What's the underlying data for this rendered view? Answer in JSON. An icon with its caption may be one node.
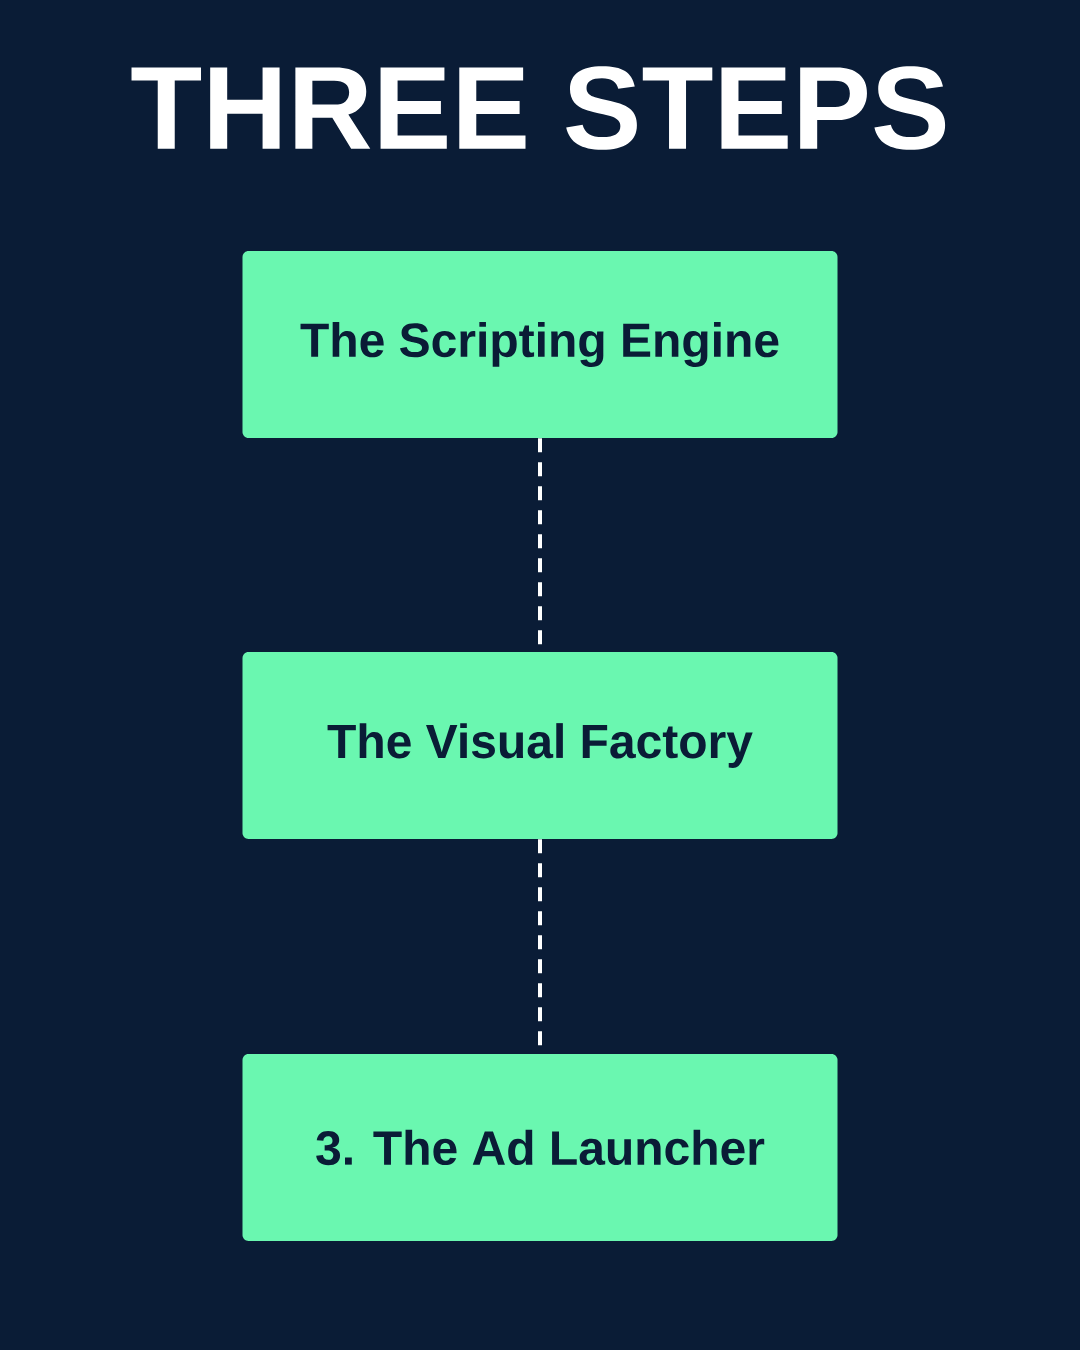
{
  "diagram": {
    "title": "THREE STEPS",
    "nodes": [
      {
        "text": [
          "The Scripting Engine"
        ]
      },
      {
        "text": [
          "The Visual Factory"
        ]
      },
      {
        "text": [
          "3. The Ad Launcher"
        ]
      }
    ],
    "edges": [
      {
        "from": 0,
        "to": 1,
        "arrow": "none",
        "style": "dashed"
      },
      {
        "from": 1,
        "to": 2,
        "arrow": "none",
        "style": "dashed"
      }
    ]
  }
}
